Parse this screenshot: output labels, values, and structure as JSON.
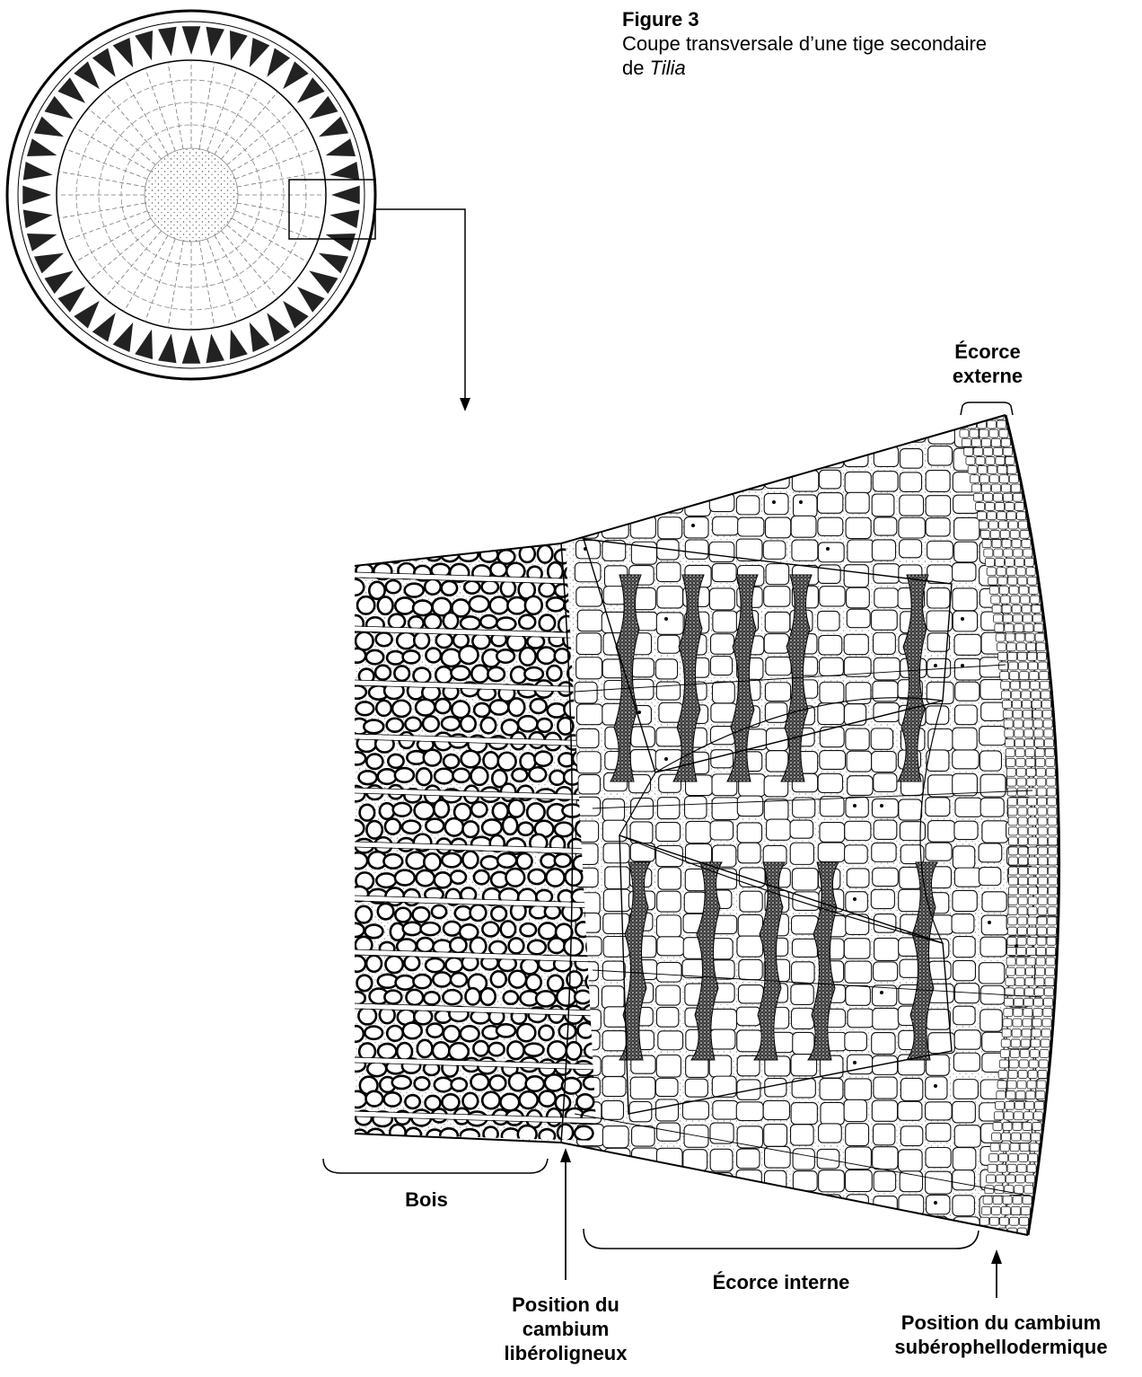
{
  "figure": {
    "number": "Figure 3",
    "caption_before": "Coupe transversale d’une tige secondaire de ",
    "caption_species": "Tilia"
  },
  "labels": {
    "ecorce_externe": "Écorce externe",
    "bois": "Bois",
    "ecorce_interne": "Écorce interne",
    "cambium_liberoligneux": "Position du cambium libéroligneux",
    "cambium_suberophellodermique": "Position du cambium subérophellodermique"
  },
  "colors": {
    "ink": "#000000",
    "paper": "#ffffff",
    "stipple": "#6b6b6b"
  }
}
